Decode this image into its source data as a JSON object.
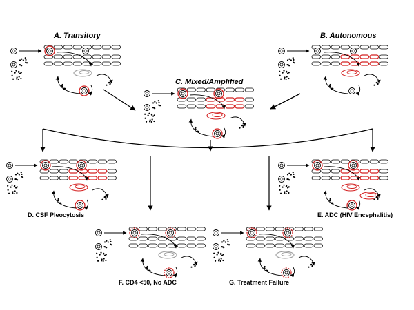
{
  "panels": {
    "a": {
      "label": "A. Transitory"
    },
    "b": {
      "label": "B. Autonomous"
    },
    "c": {
      "label": "C. Mixed/Amplified"
    },
    "d": {
      "label": "D. CSF Pleocytosis"
    },
    "e": {
      "label": "E. ADC (HIV Encephalitis)"
    },
    "f": {
      "label": "F. CD4 <50, No ADC"
    },
    "g": {
      "label": "G. Treatment Failure"
    }
  },
  "colors": {
    "ink": "#000000",
    "infected": "#d42020",
    "faint": "#9a9a9a"
  },
  "icons": [
    "cell-icon",
    "infected-cell-icon",
    "particle-cluster-icon",
    "macrophage-icon"
  ]
}
